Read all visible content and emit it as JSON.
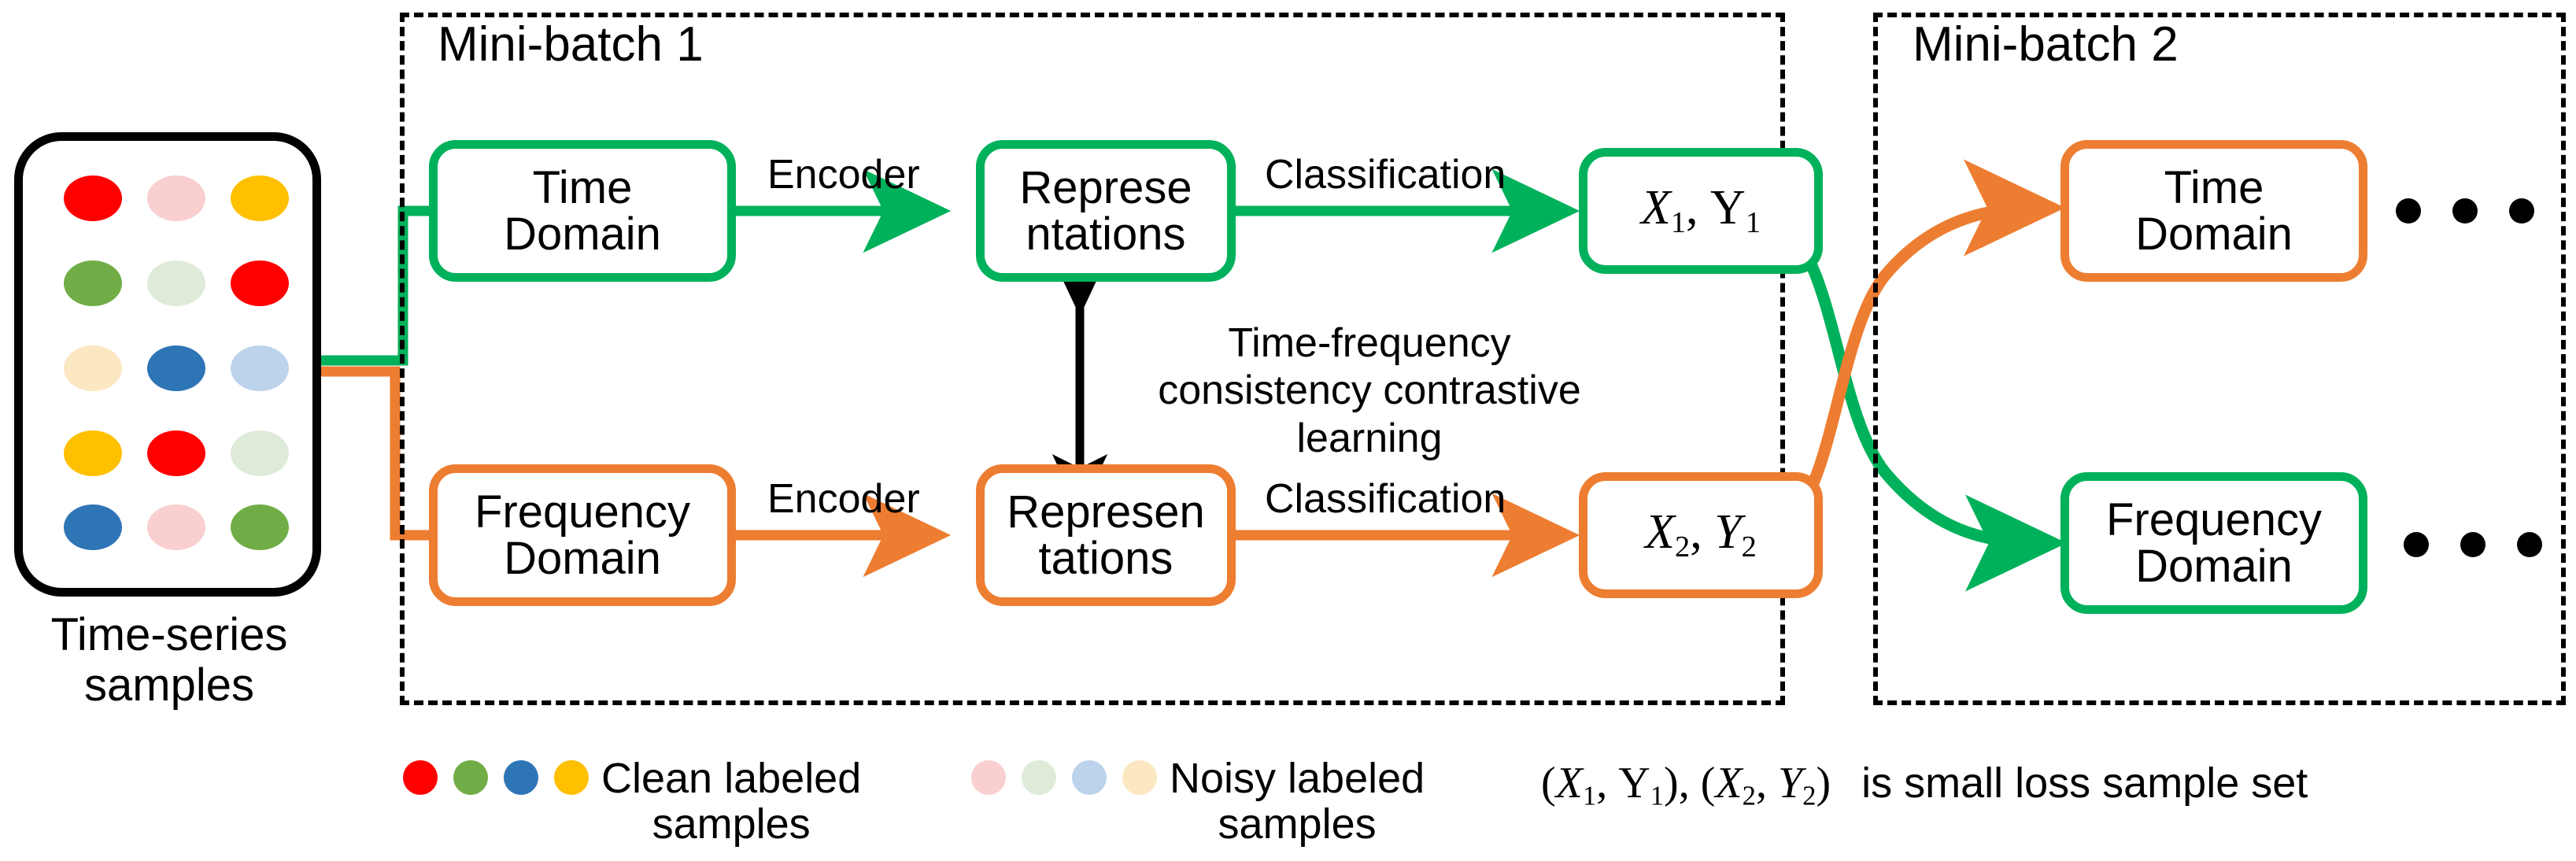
{
  "colors": {
    "green": "#00B15B",
    "orange": "#ED7D31",
    "black": "#000000",
    "clean_red": "#FF0000",
    "clean_green": "#70AD47",
    "clean_blue": "#2E75B6",
    "clean_yellow": "#FFC000",
    "noisy_pink": "#F9CFD0",
    "noisy_green": "#DFEBD9",
    "noisy_blue": "#BDD3EB",
    "noisy_yellow": "#FBE7C2"
  },
  "source": {
    "caption_line1": "Time-series",
    "caption_line2": "samples",
    "dots": [
      [
        "#FF0000",
        "#F9CFD0",
        "#FFC000"
      ],
      [
        "#70AD47",
        "#DFEBD9",
        "#FF0000"
      ],
      [
        "#FBE7C2",
        "#2E75B6",
        "#BDD3EB"
      ],
      [
        "#FFC000",
        "#FF0000",
        "#DFEBD9"
      ],
      [
        "#2E75B6",
        "#F9CFD0",
        "#70AD47"
      ]
    ]
  },
  "batch1": {
    "title": "Mini-batch 1",
    "time_domain": {
      "line1": "Time",
      "line2": "Domain"
    },
    "frequency_domain": {
      "line1": "Frequency",
      "line2": "Domain"
    },
    "repr_top": {
      "line1": "Represe",
      "line2": "ntations"
    },
    "repr_bottom": {
      "line1": "Represen",
      "line2": "tations"
    },
    "encoder_top": "Encoder",
    "encoder_bottom": "Encoder",
    "classification_top": "Classification",
    "classification_bottom": "Classification",
    "out_top": {
      "x": "X",
      "xsub": "1",
      "sep": ",",
      "y": "Y",
      "ysub": "1"
    },
    "out_bottom": {
      "x": "X",
      "xsub": "2",
      "sep": ",",
      "y": "Y",
      "ysub": "2"
    },
    "center_caption": {
      "line1": "Time-frequency",
      "line2": "consistency contrastive",
      "line3": "learning"
    }
  },
  "batch2": {
    "title": "Mini-batch 2",
    "time_domain": {
      "line1": "Time",
      "line2": "Domain"
    },
    "frequency_domain": {
      "line1": "Frequency",
      "line2": "Domain"
    },
    "ellipsis_top": "• • •",
    "ellipsis_bottom": "• • •"
  },
  "legend": {
    "clean": {
      "swatches": [
        "#FF0000",
        "#70AD47",
        "#2E75B6",
        "#FFC000"
      ],
      "line1": "Clean labeled",
      "line2": "samples"
    },
    "noisy": {
      "swatches": [
        "#F9CFD0",
        "#DFEBD9",
        "#BDD3EB",
        "#FBE7C2"
      ],
      "line1": "Noisy labeled",
      "line2": "samples"
    },
    "note": {
      "open1": "(",
      "x1": "X",
      "x1sub": "1",
      "comma1": ",",
      "y1": "Y",
      "y1sub": "1",
      "close1": "),",
      "open2": "(",
      "x2": "X",
      "x2sub": "2",
      "comma2": ",",
      "y2": "Y",
      "y2sub": "2",
      "close2": ")",
      "tail": "is small loss sample set"
    }
  }
}
